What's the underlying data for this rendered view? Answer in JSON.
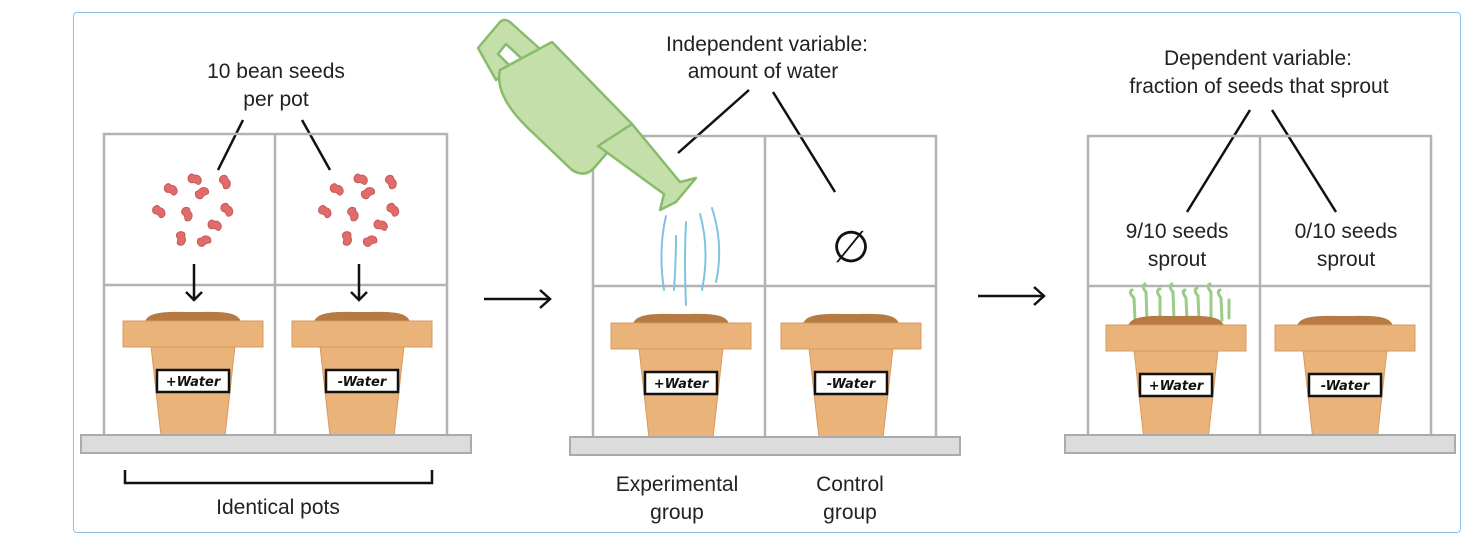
{
  "panel1": {
    "title_line1": "10 bean seeds",
    "title_line2": "per pot",
    "footer": "Identical pots",
    "pots": [
      {
        "label": "+Water"
      },
      {
        "label": "-Water"
      }
    ]
  },
  "panel2": {
    "title_line1": "Independent variable:",
    "title_line2": "amount of water",
    "null_symbol": "∅",
    "groups": [
      {
        "line1": "Experimental",
        "line2": "group",
        "pot_label": "+Water"
      },
      {
        "line1": "Control",
        "line2": "group",
        "pot_label": "-Water"
      }
    ]
  },
  "panel3": {
    "title_line1": "Dependent variable:",
    "title_line2": "fraction of seeds that sprout",
    "results": [
      {
        "line1": "9/10 seeds",
        "line2": "sprout",
        "pot_label": "+Water"
      },
      {
        "line1": "0/10 seeds",
        "line2": "sprout",
        "pot_label": "-Water"
      }
    ]
  },
  "colors": {
    "frame": "#8fc0e6",
    "pot": "#eab37a",
    "soil": "#b77a43",
    "bean": "#e06b6b",
    "sprout": "#9acb87",
    "watering_can": "#c5dfab",
    "water": "#7ec3e0",
    "grid": "#b3b3b3"
  },
  "icons": {
    "arrow": "right-arrow",
    "null": "empty-set-symbol"
  }
}
